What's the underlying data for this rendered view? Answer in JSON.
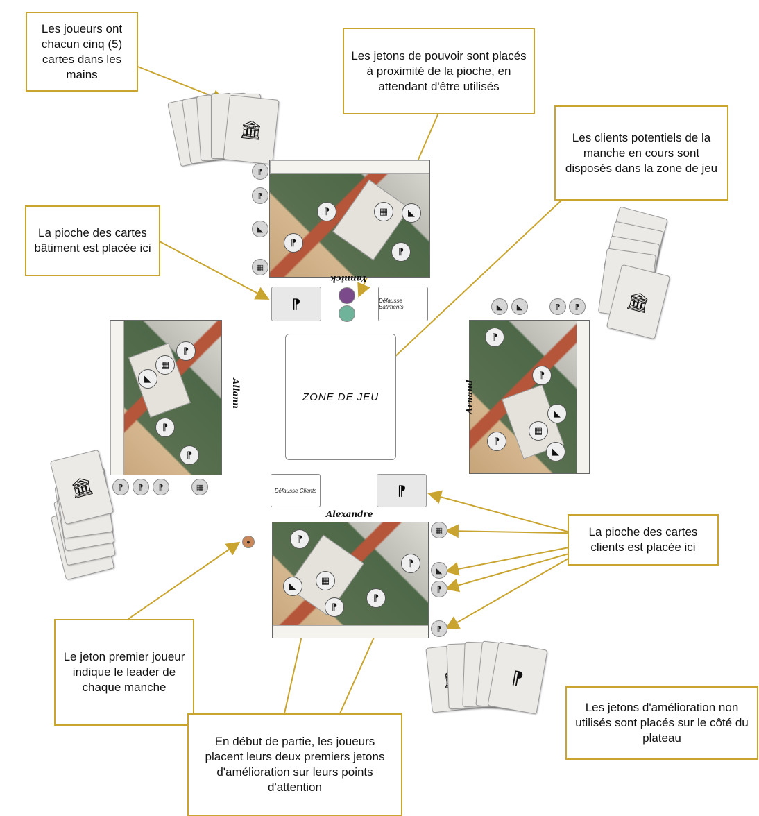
{
  "colors": {
    "callout_border": "#c9a52f",
    "arrow": "#c9a52f"
  },
  "play_zone": {
    "label": "ZONE DE JEU"
  },
  "players": {
    "top": "Yannick",
    "left": "Allann",
    "right": "Arnand",
    "bottom": "Alexandre"
  },
  "discards": {
    "buildings": "Défausse Bâtiments",
    "clients": "Défausse Clients"
  },
  "callouts": {
    "hands": "Les joueurs ont chacun cinq (5) cartes dans les mains",
    "power_tokens": "Les jetons de pouvoir sont placés à proximité de la pioche, en attendant d'être utilisés",
    "clients_zone": "Les clients potentiels de la manche en cours sont disposés dans la zone de jeu",
    "building_deck": "La pioche des cartes bâtiment est placée ici",
    "client_deck": "La pioche des cartes clients est placée ici",
    "first_player": "Le jeton premier joueur indique le leader de chaque manche",
    "upgrade_tokens": "Les jetons d'amélioration non utilisés sont placés sur le côté du plateau",
    "start_game": "En début de partie, les joueurs placent leurs deux premiers jetons d'amélioration sur leurs points d'attention"
  },
  "icons": {
    "building": "museum-icon",
    "client": "person-icon",
    "first_player_token": "ball-icon",
    "power_token": "power-token-icon",
    "upgrade_token": "upgrade-token-icon"
  }
}
